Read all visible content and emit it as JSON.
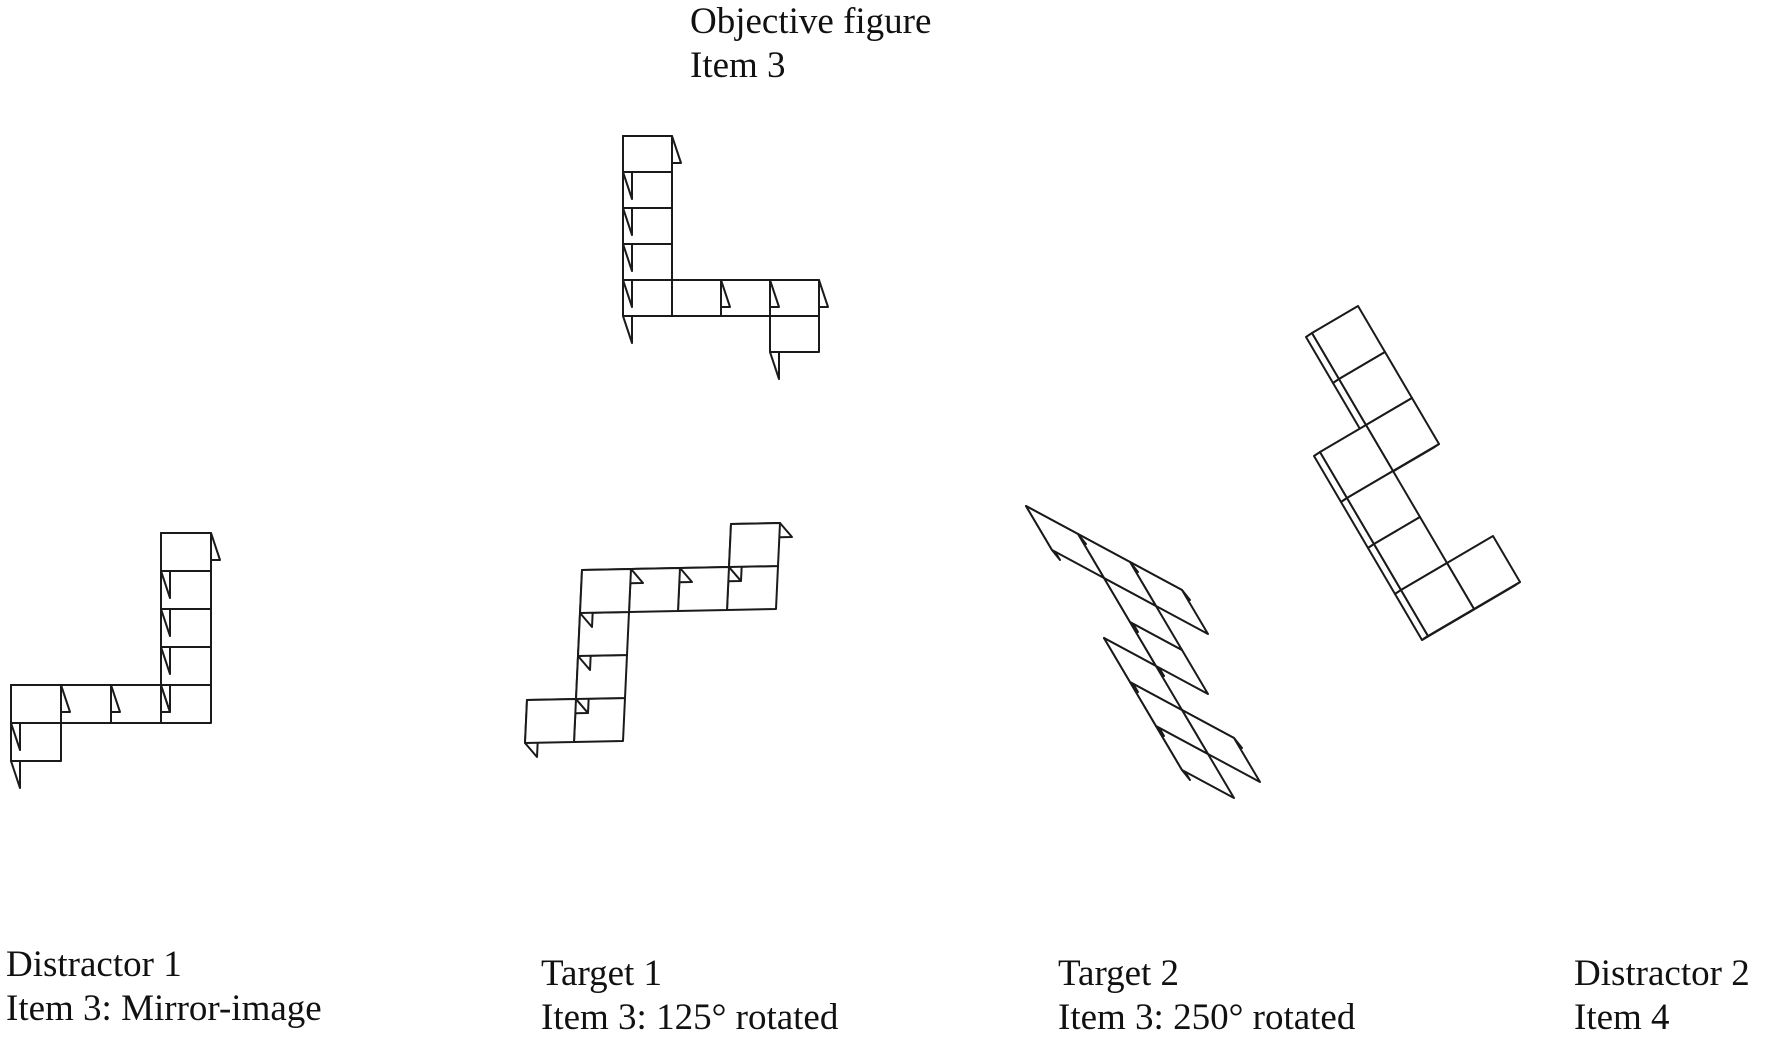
{
  "objective": {
    "line1": "Objective figure",
    "line2": "Item 3"
  },
  "distractor1": {
    "line1": "Distractor 1",
    "line2": "Item 3: Mirror-image"
  },
  "target1": {
    "line1": "Target 1",
    "line2": "Item 3: 125° rotated"
  },
  "target2": {
    "line1": "Target 2",
    "line2": "Item 3: 250° rotated"
  },
  "distractor2": {
    "line1": "Distractor 2",
    "line2": "Item 4"
  },
  "colors": {
    "line": "#1a1a1a",
    "background": "#ffffff"
  }
}
